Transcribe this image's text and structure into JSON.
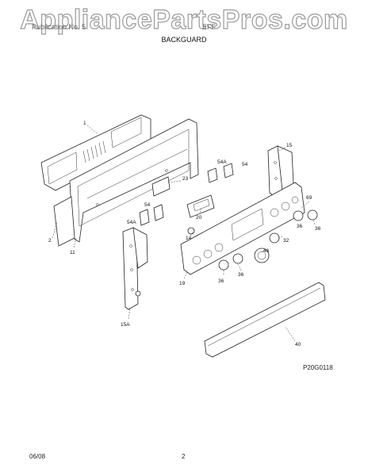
{
  "watermark": "AppliancePartsPros.com",
  "header": {
    "left_text": "Publication No. 5",
    "right_text": "EFF",
    "title": "BACKGUARD"
  },
  "footer": {
    "date": "06/08",
    "page": "2",
    "figure_code": "P20G0118"
  },
  "part_labels": {
    "p1": "1",
    "p2": "2",
    "p11": "11",
    "p14": "14",
    "p15": "15",
    "p15a": "15A",
    "p19": "19",
    "p20": "20",
    "p23": "23",
    "p32": "32",
    "p36a": "36",
    "p36b": "36",
    "p36c": "36",
    "p36d": "36",
    "p40": "40",
    "p46": "46",
    "p54a": "54",
    "p54b": "54",
    "p54Aa": "54A",
    "p54Ab": "54A",
    "p69": "69"
  }
}
